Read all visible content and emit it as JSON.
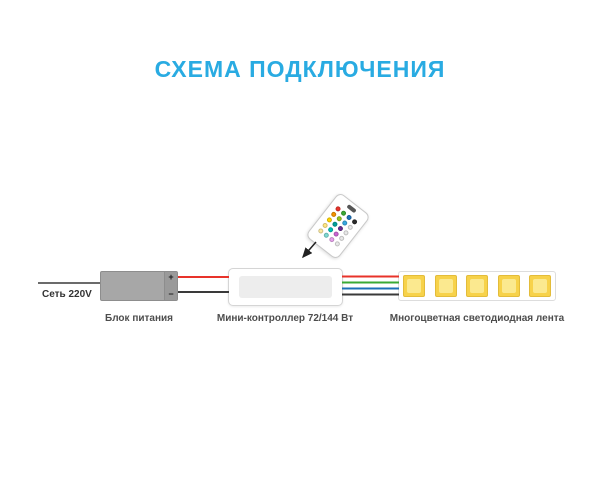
{
  "title": "СХЕМА ПОДКЛЮЧЕНИЯ",
  "colors": {
    "accent": "#29ABE2",
    "wire_dark": "#3A3A3A",
    "wire_red": "#E8332A",
    "rgb_wires": [
      "#E8332A",
      "#3AAA35",
      "#1D71B8",
      "#3A3A3A"
    ],
    "arrow": "#222222"
  },
  "labels": {
    "mains": "Сеть 220V",
    "psu": "Блок питания",
    "controller": "Мини-контроллер 72/144 Вт",
    "strip": "Многоцветная светодиодная лента"
  },
  "psu": {
    "plus": "+",
    "minus": "−"
  },
  "led_strip": {
    "led_count": 5,
    "led_color": "#F7D24A",
    "led_inner_color": "#FBE98F"
  },
  "remote": {
    "button_rows": [
      [
        "#E8332A",
        "#3AAA35",
        "#1D71B8",
        "#2B2B2B"
      ],
      [
        "#F39200",
        "#95C11F",
        "#36A9E1",
        "#E8E8E8"
      ],
      [
        "#FFD500",
        "#00A19A",
        "#662D91",
        "#E8E8E8"
      ],
      [
        "#FFE680",
        "#00C0B5",
        "#C965D1",
        "#E8E8E8"
      ],
      [
        "#FBE9A0",
        "#7ED9D2",
        "#E6A1EB",
        "#E8E8E8"
      ]
    ]
  }
}
